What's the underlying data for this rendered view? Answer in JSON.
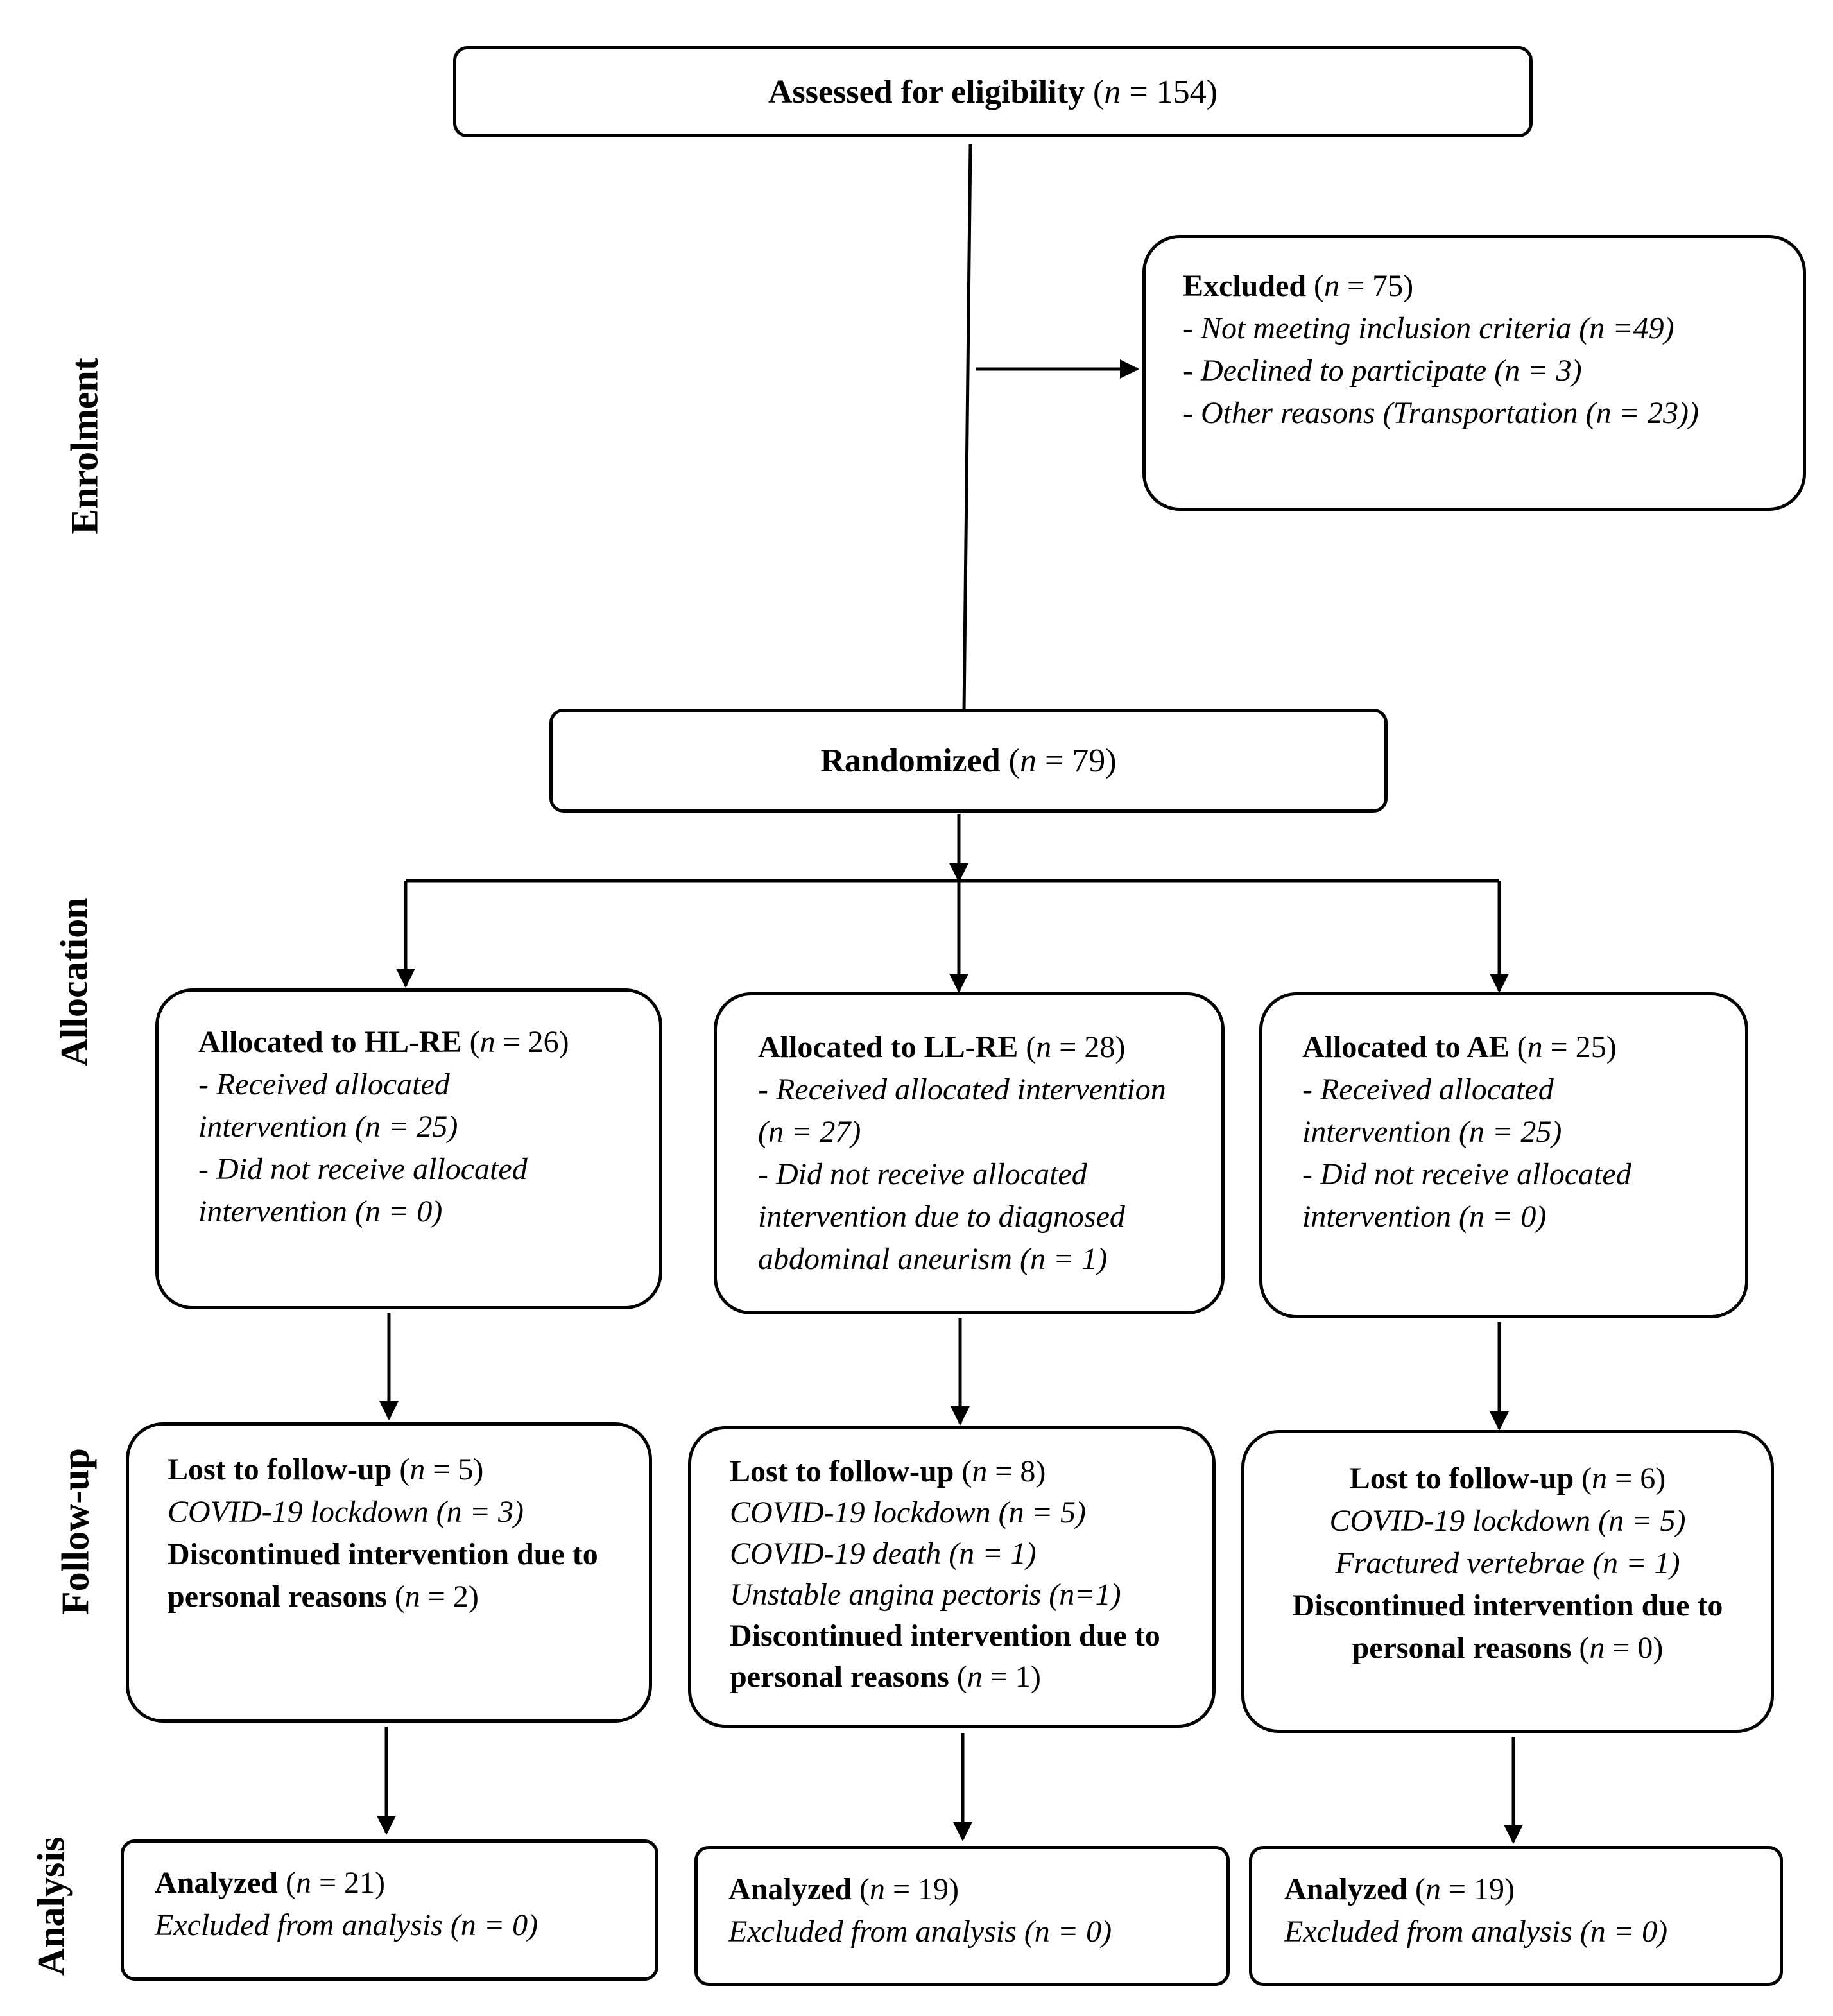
{
  "stages": {
    "enrolment": "Enrolment",
    "allocation": "Allocation",
    "followup": "Follow-up",
    "analysis": "Analysis"
  },
  "n_symbol": "n",
  "assessed": {
    "label": "Assessed for eligibility",
    "eq": " = 154)"
  },
  "excluded": {
    "label": "Excluded",
    "eq": " = 75)",
    "reasons": [
      "- Not meeting inclusion criteria (n =49)",
      "- Declined to participate (n = 3)",
      "- Other reasons (Transportation (n = 23))"
    ]
  },
  "randomized": {
    "label": "Randomized",
    "eq": " = 79)"
  },
  "allocation": {
    "hlre": {
      "label": "Allocated to HL-RE",
      "eq": " = 26)",
      "lines": [
        "- Received allocated",
        "intervention (n = 25)",
        "- Did not receive allocated",
        "intervention (n = 0)"
      ]
    },
    "llre": {
      "label": "Allocated to LL-RE",
      "eq": " = 28)",
      "lines": [
        "- Received allocated intervention",
        "(n = 27)",
        "- Did not receive allocated",
        "intervention due to diagnosed",
        "abdominal aneurism (n = 1)"
      ]
    },
    "ae": {
      "label": "Allocated to AE",
      "eq": " = 25)",
      "lines": [
        "- Received allocated",
        "intervention (n = 25)",
        "- Did not receive allocated",
        "intervention (n = 0)"
      ]
    }
  },
  "followup": {
    "hlre": {
      "lost_label": "Lost to follow-up",
      "lost_eq": " = 5)",
      "reasons": [
        " COVID-19 lockdown (n = 3)"
      ],
      "disc_line1": "Discontinued intervention due to",
      "disc_line2": "personal reasons",
      "disc_eq": " = 2)"
    },
    "llre": {
      "lost_label": "Lost to follow-up",
      "lost_eq": " = 8)",
      "reasons": [
        " COVID-19 lockdown (n = 5)",
        " COVID-19 death (n = 1)",
        "Unstable angina pectoris (n=1)"
      ],
      "disc_line1": "Discontinued intervention due to",
      "disc_line2": "personal reasons",
      "disc_eq": " = 1)"
    },
    "ae": {
      "lost_label": "Lost to follow-up",
      "lost_eq": " = 6)",
      "reasons": [
        "COVID-19 lockdown (n = 5)",
        "Fractured vertebrae (n = 1)"
      ],
      "disc_line1": "Discontinued intervention due to",
      "disc_line2": "personal reasons",
      "disc_eq": " = 0)"
    }
  },
  "analysis": {
    "hlre": {
      "label": "Analyzed",
      "eq": " = 21)",
      "excluded": " Excluded from analysis (n = 0)"
    },
    "llre": {
      "label": "Analyzed",
      "eq": " = 19)",
      "excluded": " Excluded from analysis (n = 0)"
    },
    "ae": {
      "label": "Analyzed",
      "eq": " = 19)",
      "excluded": " Excluded from analysis (n = 0)"
    }
  }
}
